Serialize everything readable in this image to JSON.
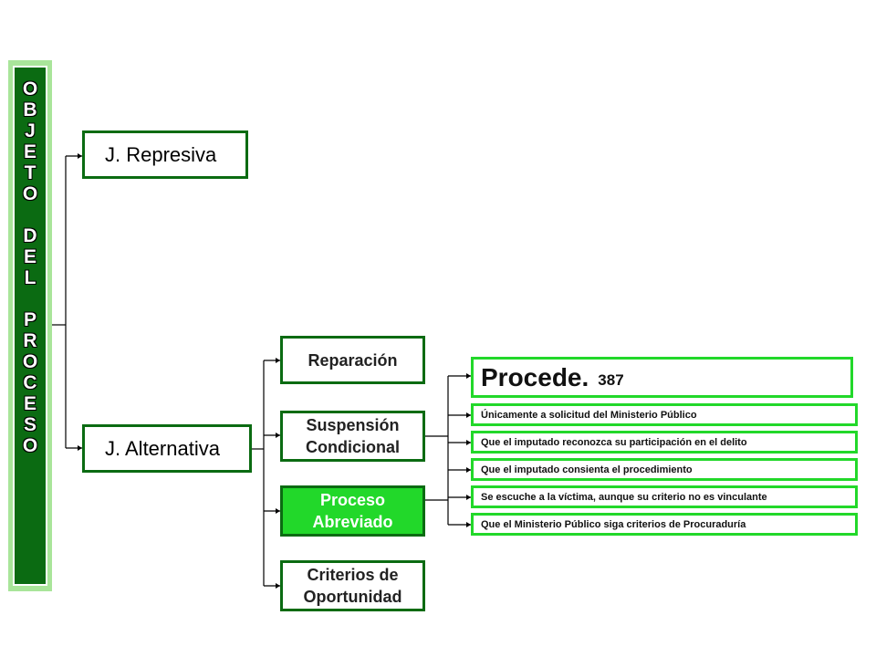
{
  "banner": {
    "word1": "OBJETO",
    "word2": "DEL",
    "word3": "PROCESO"
  },
  "level1": [
    {
      "label": "J. Represiva"
    },
    {
      "label": "J. Alternativa"
    }
  ],
  "level2": [
    {
      "label": "Reparación"
    },
    {
      "label": "Suspensión Condicional"
    },
    {
      "label": "Proceso Abreviado"
    },
    {
      "label": "Criterios de Oportunidad"
    }
  ],
  "procede": {
    "title": "Procede.",
    "article": "387"
  },
  "requirements": [
    "Únicamente a solicitud del Ministerio Público",
    "Que el imputado reconozca su participación  en el delito",
    "Que el imputado consienta el procedimiento",
    "Se escuche a la víctima, aunque su criterio no es vinculante",
    "Que el Ministerio Público siga criterios de Procuraduría"
  ],
  "colors": {
    "dark_green": "#0b6b12",
    "bright_green": "#22d82a",
    "light_green": "#a9e59a"
  }
}
